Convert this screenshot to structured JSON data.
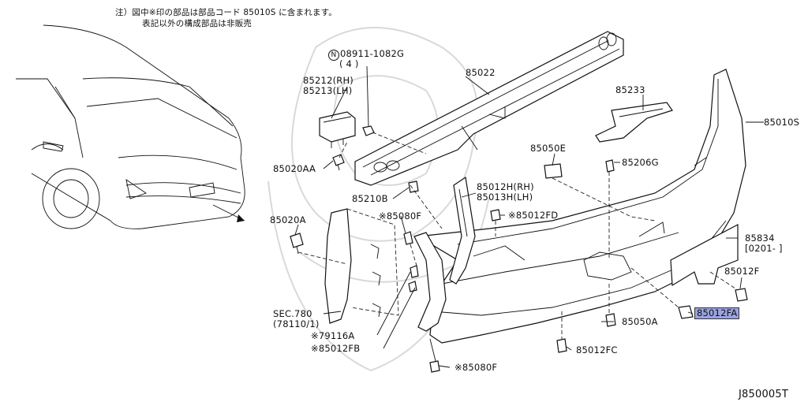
{
  "notes": {
    "line1": "注）図中※印の部品は部品コード 85010S に含まれます。",
    "line2": "表記以外の構成部品は非販売"
  },
  "labels": {
    "p08911_prefix": "N",
    "p08911": "08911-1082G",
    "p08911_qty": "( 4 )",
    "p85212": "85212(RH)",
    "p85213": "85213(LH)",
    "p85022": "85022",
    "p85233": "85233",
    "p85010S": "85010S",
    "p85050E": "85050E",
    "p85206G": "85206G",
    "p85020AA": "85020AA",
    "p85210B": "85210B",
    "p85012H": "85012H(RH)",
    "p85013H": "85013H(LH)",
    "p85020A": "85020A",
    "p85080F_top": "※85080F",
    "p85012FD": "※85012FD",
    "p85834": "85834",
    "p85834_range": "[0201-      ]",
    "p85012F": "85012F",
    "p85012FA": "85012FA",
    "p85050A": "85050A",
    "p85012FC": "85012FC",
    "sec780": "SEC.780",
    "sec780_ref": "(78110/1)",
    "p79116A": "※79116A",
    "p85012FB": "※85012FB",
    "p85080F_bottom": "※85080F"
  },
  "footer": {
    "code": "J850005T"
  },
  "colors": {
    "highlight": "#9aa3e0",
    "line": "#111111"
  }
}
